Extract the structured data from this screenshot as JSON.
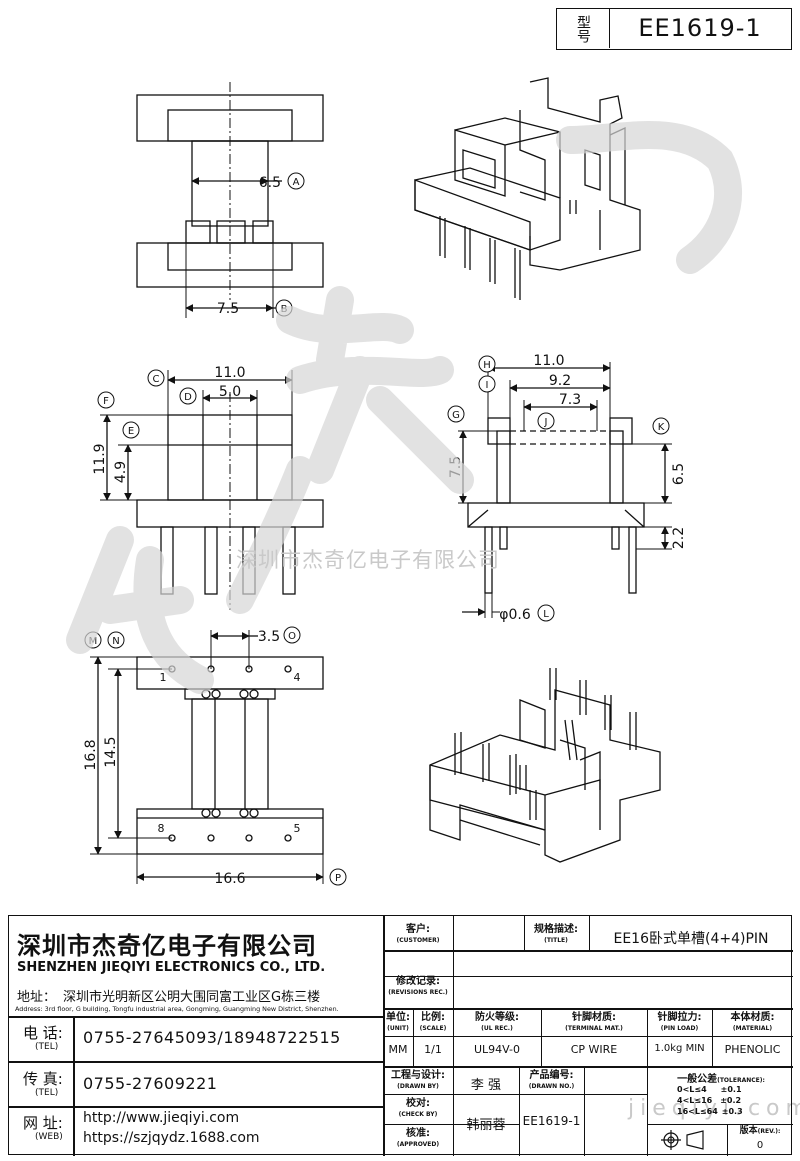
{
  "header": {
    "model_label": "型号",
    "model": "EE1619-1"
  },
  "dims": {
    "top_65": "6.5",
    "top_75": "7.5",
    "front_110": "11.0",
    "front_50": "5.0",
    "front_119": "11.9",
    "front_49": "4.9",
    "side_110": "11.0",
    "side_92": "9.2",
    "side_73": "7.3",
    "side_75": "7.5",
    "side_65": "6.5",
    "side_22": "2.2",
    "side_pin": "φ0.6",
    "bot_35": "3.5",
    "bot_168": "16.8",
    "bot_145": "14.5",
    "bot_166": "16.6",
    "pin1": "1",
    "pin4": "4",
    "pin8": "8",
    "pin5": "5"
  },
  "markers": [
    "A",
    "B",
    "C",
    "D",
    "E",
    "F",
    "G",
    "H",
    "I",
    "J",
    "K",
    "L",
    "M",
    "N",
    "O",
    "P"
  ],
  "watermark_text": "深圳市杰奇亿电子有限公司",
  "corner_watermark": "jieqiyi.com",
  "company": {
    "name_cn": "深圳市杰奇亿电子有限公司",
    "name_en": "SHENZHEN JIEQIYI ELECTRONICS CO., LTD.",
    "address_label": "地址：",
    "address_cn": "深圳市光明新区公明大围同富工业区G栋三楼",
    "address_en": "Address: 3rd floor, G building, Tongfu industrial area, Gongming, Guangming New District, Shenzhen.",
    "tel_label": "电 话:",
    "tel_en": "(TEL)",
    "tel": "0755-27645093/18948722515",
    "fax_label": "传 真:",
    "fax_en": "(TEL)",
    "fax": "0755-27609221",
    "web_label": "网 址:",
    "web_en": "(WEB)",
    "web1": "http://www.jieqiyi.com",
    "web2": "https://szjqydz.1688.com"
  },
  "block": {
    "customer_label": "客户:",
    "customer_en": "(CUSTOMER)",
    "title_label": "规格描述:",
    "title_en": "(TITLE)",
    "title": "EE16卧式单槽(4+4)PIN",
    "rev_label": "修改记录:",
    "rev_en": "(REVISIONS REC.)",
    "unit_label": "单位:",
    "unit_en": "(UNIT)",
    "unit": "MM",
    "scale_label": "比例:",
    "scale_en": "(SCALE)",
    "scale": "1/1",
    "ul_label": "防火等级:",
    "ul_en": "(UL REC.)",
    "ul": "UL94V-0",
    "terminal_label": "针脚材质:",
    "terminal_en": "(TERMINAL MAT.)",
    "terminal": "CP WIRE",
    "pinload_label": "针脚拉力:",
    "pinload_en": "(PIN LOAD)",
    "pinload": "1.0kg MIN",
    "material_label": "本体材质:",
    "material_en": "(MATERIAL)",
    "material": "PHENOLIC",
    "drawn_label": "工程与设计:",
    "drawn_en": "(DRAWN BY)",
    "drawn": "李 强",
    "drawing_no_label": "产品编号:",
    "drawing_no_en": "(DRAWN NO.)",
    "drawing_no": "EE1619-1",
    "check_label": "校对:",
    "check_en": "(CHECK BY)",
    "check": "韩丽蓉",
    "approved_label": "核准:",
    "approved_en": "(APPROVED)",
    "tol_label": "一般公差",
    "tol_en": "(TOLERANCE):",
    "tol_rows": [
      [
        "0<L≤4",
        "±0.1"
      ],
      [
        "4<L≤16",
        "±0.2"
      ],
      [
        "16<L≤64",
        "±0.3"
      ]
    ],
    "ver_label": "版本",
    "ver_en": "(REV.):",
    "ver": "0"
  }
}
